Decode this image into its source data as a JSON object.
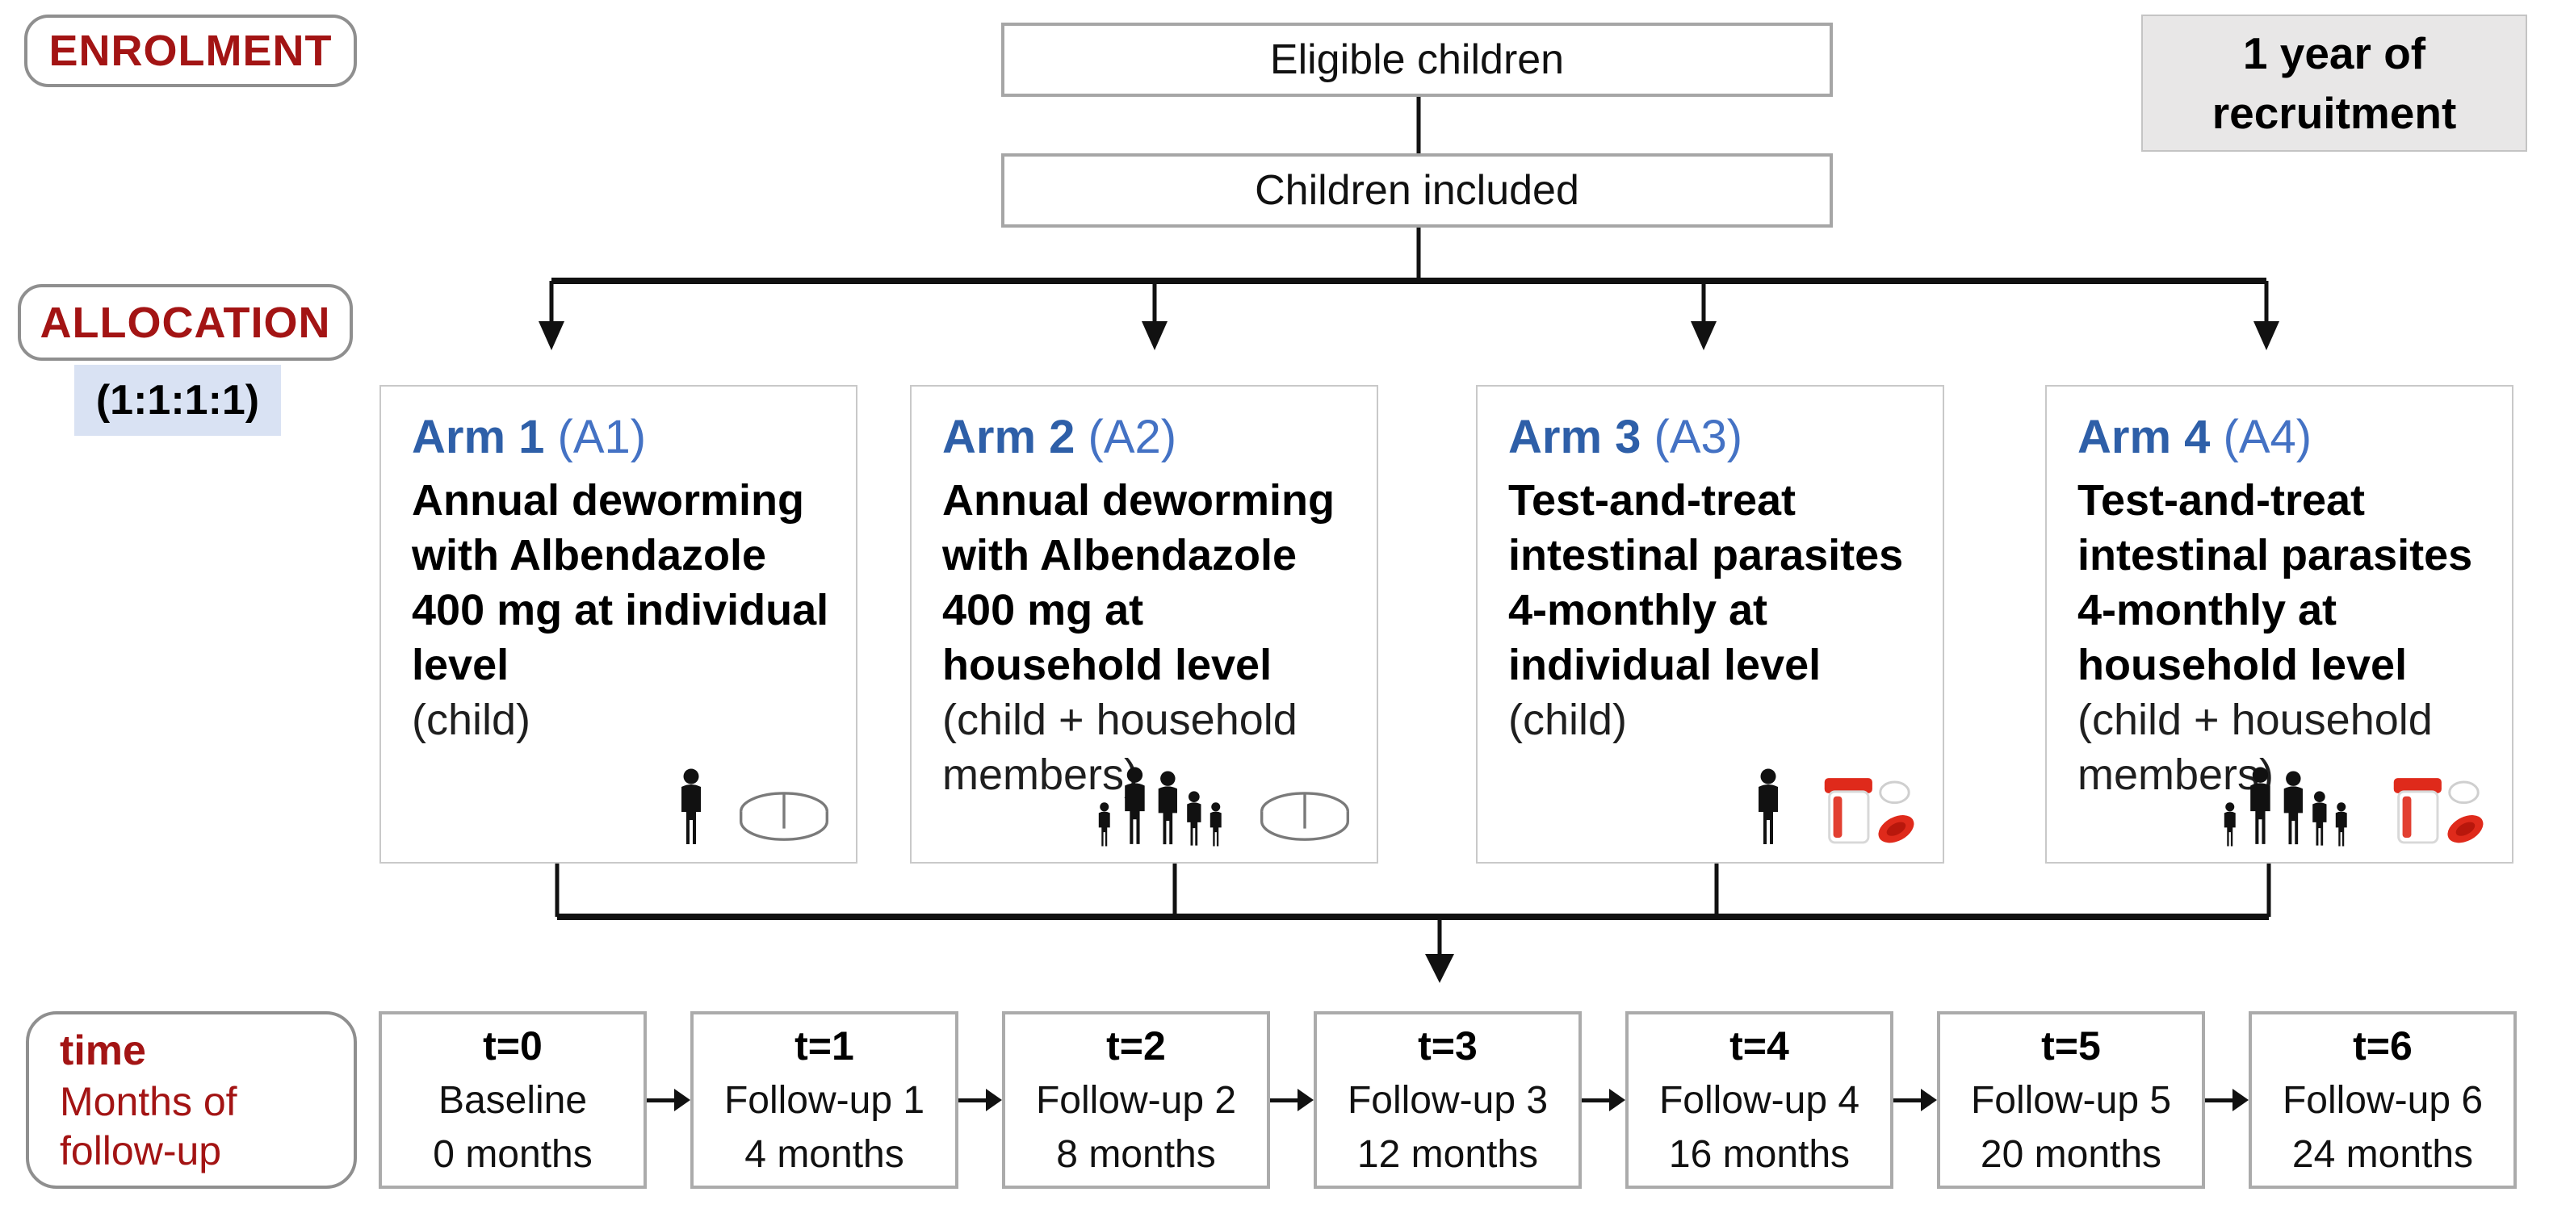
{
  "stage_labels": {
    "enrolment": "ENROLMENT",
    "allocation": "ALLOCATION",
    "allocation_ratio": "(1:1:1:1)",
    "time_title": "time",
    "time_subtitle": "Months of follow-up"
  },
  "enrolment_flow": {
    "eligible": "Eligible children",
    "included": "Children included",
    "recruitment_note": "1 year of recruitment"
  },
  "arms": [
    {
      "name": "Arm 1",
      "code": "(A1)",
      "intervention": "Annual deworming with Albendazole 400 mg at individual level",
      "target": "(child)",
      "icons": [
        "person-icon",
        "pill-icon"
      ]
    },
    {
      "name": "Arm 2",
      "code": "(A2)",
      "intervention": "Annual deworming with Albendazole 400 mg at household level",
      "target": "(child + household members)",
      "icons": [
        "family-icon",
        "pill-icon"
      ]
    },
    {
      "name": "Arm 3",
      "code": "(A3)",
      "intervention": "Test-and-treat intestinal parasites 4-monthly at individual level",
      "target": "(child)",
      "icons": [
        "person-icon",
        "specimen-icon"
      ]
    },
    {
      "name": "Arm 4",
      "code": "(A4)",
      "intervention": "Test-and-treat intestinal parasites 4-monthly at household level",
      "target": "(child + household members)",
      "icons": [
        "family-icon",
        "specimen-icon"
      ]
    }
  ],
  "timeline": [
    {
      "t": "t=0",
      "label": "Baseline",
      "months": "0 months"
    },
    {
      "t": "t=1",
      "label": "Follow-up 1",
      "months": "4 months"
    },
    {
      "t": "t=2",
      "label": "Follow-up 2",
      "months": "8 months"
    },
    {
      "t": "t=3",
      "label": "Follow-up 3",
      "months": "12 months"
    },
    {
      "t": "t=4",
      "label": "Follow-up 4",
      "months": "16 months"
    },
    {
      "t": "t=5",
      "label": "Follow-up 5",
      "months": "20 months"
    },
    {
      "t": "t=6",
      "label": "Follow-up 6",
      "months": "24 months"
    }
  ],
  "colors": {
    "dark_red": "#A31414",
    "arm_blue": "#2E5FA8",
    "arm_blue_light": "#4472C4",
    "ratio_chip_bg": "#D9E2F3",
    "note_bg": "#E8E7E7",
    "border_gray": "#A6A6A6",
    "line_black": "#111111",
    "icon_red": "#DF2A1B"
  }
}
